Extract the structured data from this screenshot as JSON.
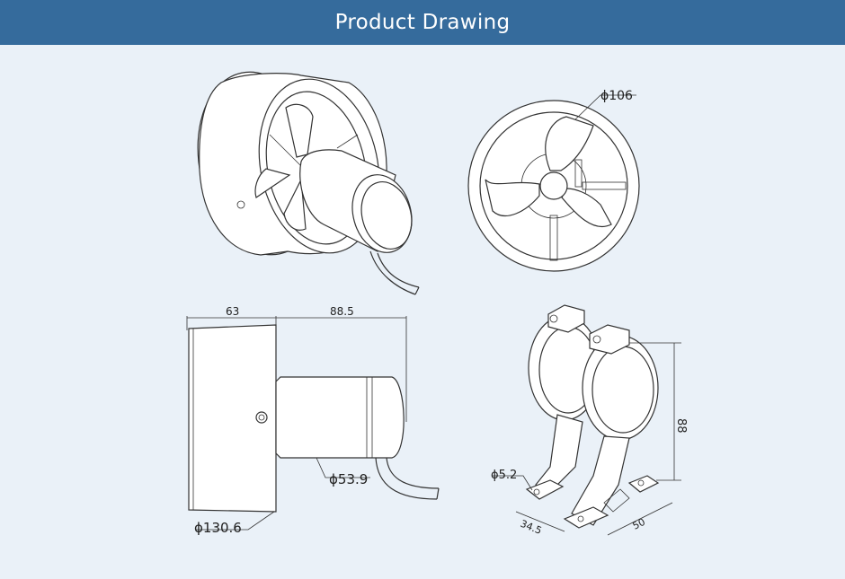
{
  "header": {
    "title": "Product Drawing"
  },
  "colors": {
    "header_bg": "#356b9c",
    "page_bg": "#eaf1f8",
    "line": "#333333"
  },
  "dimensions": {
    "front_diameter": "ϕ106",
    "side_length_a": "63",
    "side_length_b": "88.5",
    "motor_diameter": "ϕ53.9",
    "housing_diameter": "ϕ130.6",
    "bracket_hole": "ϕ5.2",
    "bracket_height": "88",
    "bracket_depth": "34.5",
    "bracket_width": "50"
  }
}
